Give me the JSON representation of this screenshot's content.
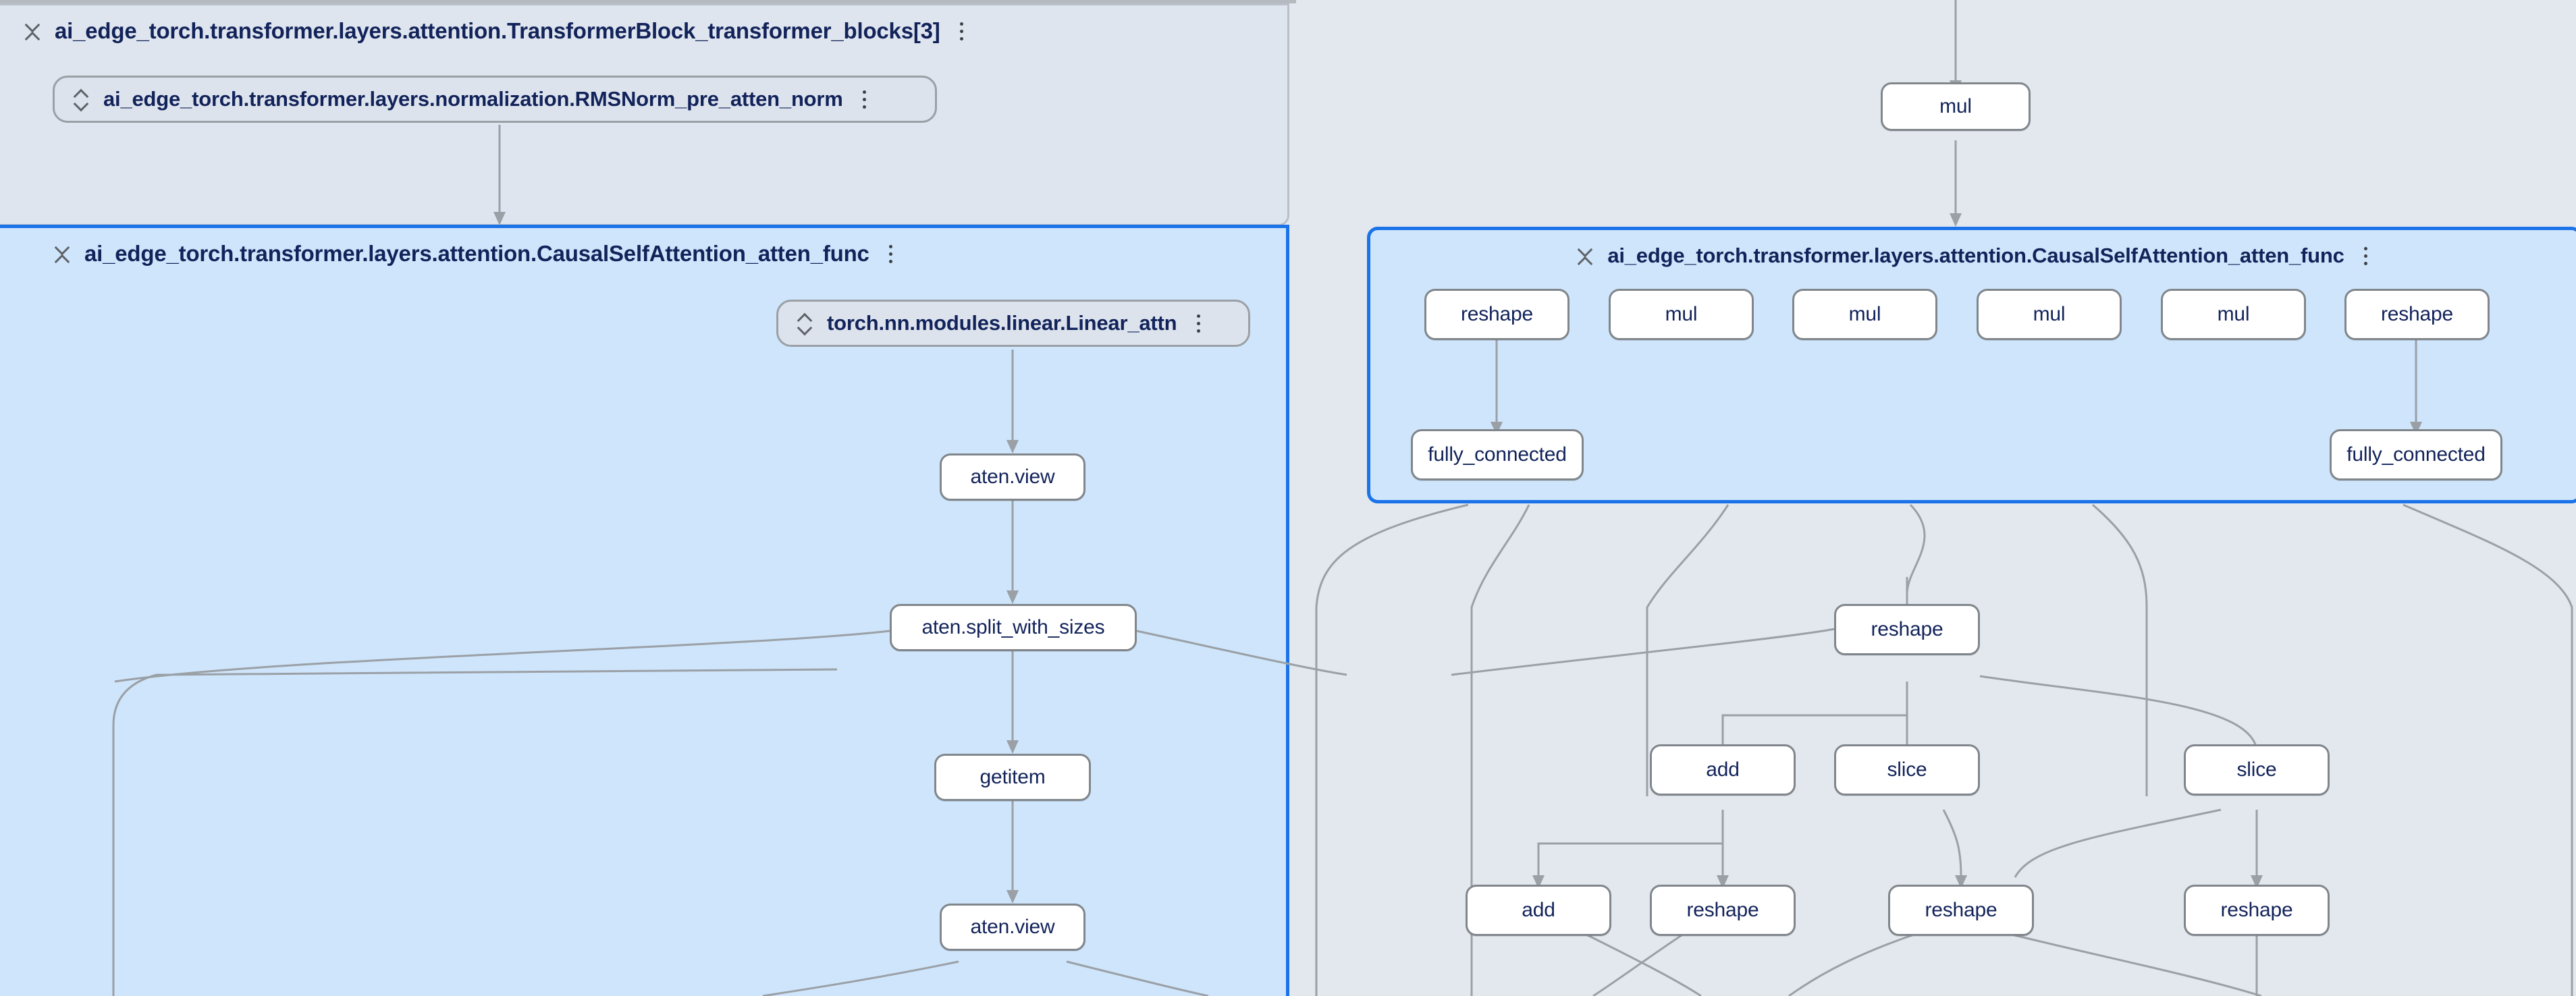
{
  "app": {
    "kind": "model-graph-explorer",
    "background_color": "#e3e8ef",
    "selected_group_color": "#cfe5fb",
    "selected_border_color": "#1a73e8",
    "group_color": "#dfe5ee",
    "node_fill": "#ffffff",
    "node_border": "#80868b",
    "edge_color": "#9aa0a6",
    "text_color": "#12235a"
  },
  "groups": {
    "transformer_block": {
      "title": "ai_edge_torch.transformer.layers.attention.TransformerBlock_transformer_blocks[3]",
      "collapse_icon": "chevron-collapse-icon",
      "more_icon": "more-vert-icon",
      "selected": false
    },
    "rmsnorm": {
      "title": "ai_edge_torch.transformer.layers.normalization.RMSNorm_pre_atten_norm",
      "expand_icon": "chevron-expand-icon",
      "more_icon": "more-vert-icon"
    },
    "attention_left": {
      "title": "ai_edge_torch.transformer.layers.attention.CausalSelfAttention_atten_func",
      "collapse_icon": "chevron-collapse-icon",
      "more_icon": "more-vert-icon",
      "selected": true
    },
    "attention_right": {
      "title": "ai_edge_torch.transformer.layers.attention.CausalSelfAttention_atten_func",
      "collapse_icon": "chevron-collapse-icon",
      "more_icon": "more-vert-icon",
      "selected": true
    },
    "linear_attn": {
      "title": "torch.nn.modules.linear.Linear_attn",
      "expand_icon": "chevron-expand-icon",
      "more_icon": "more-vert-icon"
    }
  },
  "nodes": {
    "left_pane": [
      {
        "id": "l_view1",
        "label": "aten.view"
      },
      {
        "id": "l_split",
        "label": "aten.split_with_sizes"
      },
      {
        "id": "l_getitem",
        "label": "getitem"
      },
      {
        "id": "l_view2",
        "label": "aten.view"
      }
    ],
    "right_top": [
      {
        "id": "r_mul_top",
        "label": "mul"
      }
    ],
    "attention_row": [
      {
        "id": "r_reshape_a",
        "label": "reshape"
      },
      {
        "id": "r_mul_1",
        "label": "mul"
      },
      {
        "id": "r_mul_2",
        "label": "mul"
      },
      {
        "id": "r_mul_3",
        "label": "mul"
      },
      {
        "id": "r_mul_4",
        "label": "mul"
      },
      {
        "id": "r_reshape_b",
        "label": "reshape"
      }
    ],
    "fully_connected_row": [
      {
        "id": "r_fc_left",
        "label": "fully_connected"
      },
      {
        "id": "r_fc_right",
        "label": "fully_connected"
      }
    ],
    "below_attention": [
      {
        "id": "b_reshape_mid",
        "label": "reshape"
      },
      {
        "id": "b_add_1",
        "label": "add"
      },
      {
        "id": "b_slice_1",
        "label": "slice"
      },
      {
        "id": "b_slice_2",
        "label": "slice"
      },
      {
        "id": "b_add_2",
        "label": "add"
      },
      {
        "id": "b_reshape_1",
        "label": "reshape"
      },
      {
        "id": "b_reshape_2",
        "label": "reshape"
      },
      {
        "id": "b_reshape_3",
        "label": "reshape"
      }
    ]
  }
}
